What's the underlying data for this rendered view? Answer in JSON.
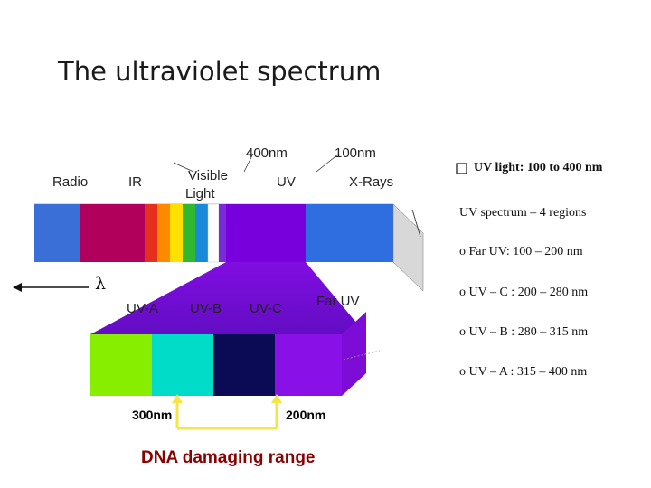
{
  "title": "The ultraviolet spectrum",
  "wavelength_labels": {
    "top_left": "400nm",
    "top_right": "100nm",
    "bottom_left": "300nm",
    "bottom_right": "200nm"
  },
  "bands": {
    "radio": "Radio",
    "ir": "IR",
    "visible_line1": "Visible",
    "visible_line2": "Light",
    "uv": "UV",
    "xrays": "X-Rays"
  },
  "lambda_symbol": "λ",
  "uv_regions": {
    "uva": "UV-A",
    "uvb": "UV-B",
    "uvc": "UV-C",
    "far_uv": "Far UV"
  },
  "dna_range": "DNA damaging range",
  "notes": {
    "heading": "UV light: 100 to 400 nm",
    "intro": "UV spectrum – 4 regions",
    "items": [
      "o Far UV: 100 – 200 nm",
      "o UV – C : 200 – 280 nm",
      "o UV – B : 280 – 315 nm",
      "o UV – A : 315 – 400 nm"
    ]
  },
  "colors": {
    "radio": "#3a6fd8",
    "ir": "#b0005c",
    "uv_band": "#7700dd",
    "xrays": "#2f6ee0",
    "uva": "#88ee00",
    "uvb": "#00dcc8",
    "uvc": "#0a0a55",
    "far_uv": "#8a10e8",
    "dna_bracket": "#f5e642",
    "visible_stripes": [
      "#e53020",
      "#ff8a00",
      "#ffe000",
      "#30b830",
      "#1a8ad8",
      "#ffffff",
      "#7a2ad8"
    ]
  }
}
